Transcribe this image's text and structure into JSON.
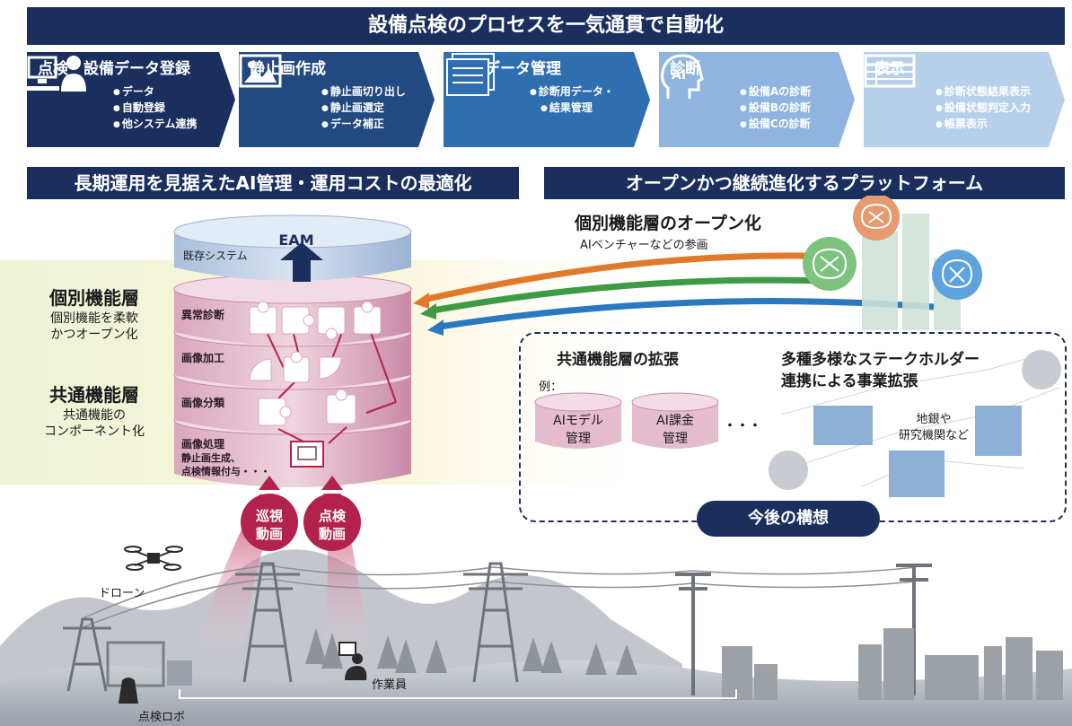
{
  "header": {
    "title": "設備点検のプロセスを一気通貫で自動化"
  },
  "steps": [
    {
      "title": "点検・設備データ登録",
      "items": [
        "データ",
        "自動登録",
        "他システム連携"
      ],
      "icon": "computer-user-icon"
    },
    {
      "title": "静止画作成",
      "items": [
        "静止画切り出し",
        "静止画選定",
        "データ補正"
      ],
      "icon": "image-icon"
    },
    {
      "title": "診断データ管理",
      "items": [
        "診断用データ・",
        "結果管理"
      ],
      "icon": "documents-icon"
    },
    {
      "title": "診断",
      "items": [
        "設備Aの診断",
        "設備Bの診断",
        "設備Cの診断"
      ],
      "icon": "ai-head-icon"
    },
    {
      "title": "表示",
      "items": [
        "診断状態結果表示",
        "設備状態判定入力",
        "帳票表示"
      ],
      "icon": "table-icon"
    }
  ],
  "left_section": {
    "title": "長期運用を見据えたAI管理・運用コストの最適化",
    "eam": "EAM",
    "existing_system": "既存システム",
    "individual_layer": {
      "title": "個別機能層",
      "desc_line1": "個別機能を柔軟",
      "desc_line2": "かつオープン化"
    },
    "common_layer": {
      "title": "共通機能層",
      "desc_line1": "共通機能の",
      "desc_line2": "コンポーネント化"
    },
    "layers": {
      "anomaly": "異常診断",
      "processing": "画像加工",
      "classification": "画像分類",
      "image_processing": "画像処理",
      "image_processing_sub1": "静止画生成、",
      "image_processing_sub2": "点検情報付与・・・"
    },
    "patrol_video_line1": "巡視",
    "patrol_video_line2": "動画",
    "inspection_video_line1": "点検",
    "inspection_video_line2": "動画"
  },
  "right_section": {
    "title": "オープンかつ継続進化するプラットフォーム",
    "open_title": "個別機能層のオープン化",
    "open_sub": "AIベンチャーなどの参画",
    "common_ext_title": "共通機能層の拡張",
    "example_label": "例：",
    "db1_line1": "AIモデル",
    "db1_line2": "管理",
    "db2_line1": "AI課金",
    "db2_line2": "管理",
    "ellipsis": "・・・",
    "stakeholder_line1": "多種多様なステークホルダー",
    "stakeholder_line2": "連携による事業拡張",
    "partners_line1": "地銀や",
    "partners_line2": "研究機関など",
    "future_label": "今後の構想"
  },
  "scene": {
    "drone": "ドローン",
    "worker": "作業員",
    "robot": "点検ロボ"
  },
  "colors": {
    "navy": "#1b2f5f",
    "step1": "#1b2f5f",
    "step2": "#234a80",
    "step3": "#2f6fb0",
    "step4": "#8fb4df",
    "step5": "#b6d0ea",
    "pink_layer": "#c98aa6",
    "crimson": "#b3224d",
    "orange_arrow": "#e07a2a",
    "green_arrow": "#3f9a45",
    "blue_arrow": "#2a78c2"
  }
}
